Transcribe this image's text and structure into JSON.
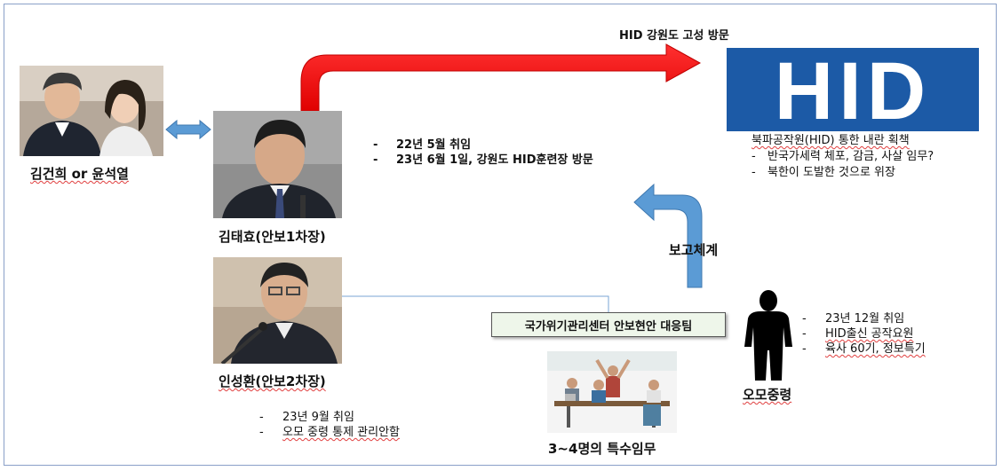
{
  "people": {
    "couple_label": "김건희 or 윤석열",
    "kim_label": "김태효(안보1차장)",
    "in_label": "인성환(안보2차장)",
    "omo_label": "오모중령"
  },
  "arrows": {
    "red_label": "HID 강원도 고성 방문",
    "report_label": "보고체계"
  },
  "hid": {
    "logo_text": "HID",
    "title": "북파공작원(HID) 통한 내란 획책",
    "bullets": [
      "반국가세력 체포, 감금, 사살 임무?",
      "북한이 도발한 것으로 위장"
    ]
  },
  "kim_notes": [
    "22년 5월 취임",
    "23년 6월 1일, 강원도 HID훈련장 방문"
  ],
  "in_notes": [
    "23년 9월 취임",
    "오모 중령 통제 관리안함"
  ],
  "omo_notes": [
    "23년 12월 취임",
    "HID출신 공작요원",
    "육사 60기, 정보특기"
  ],
  "task": {
    "box_label": "국가위기관리센터 안보현안 대응팀",
    "caption": "3~4명의 특수임무"
  },
  "colors": {
    "red_arrow": "#ff0000",
    "blue_arrow": "#5b9bd5",
    "hid_blue": "#1c5aa6",
    "connector": "#7aa6d6"
  }
}
